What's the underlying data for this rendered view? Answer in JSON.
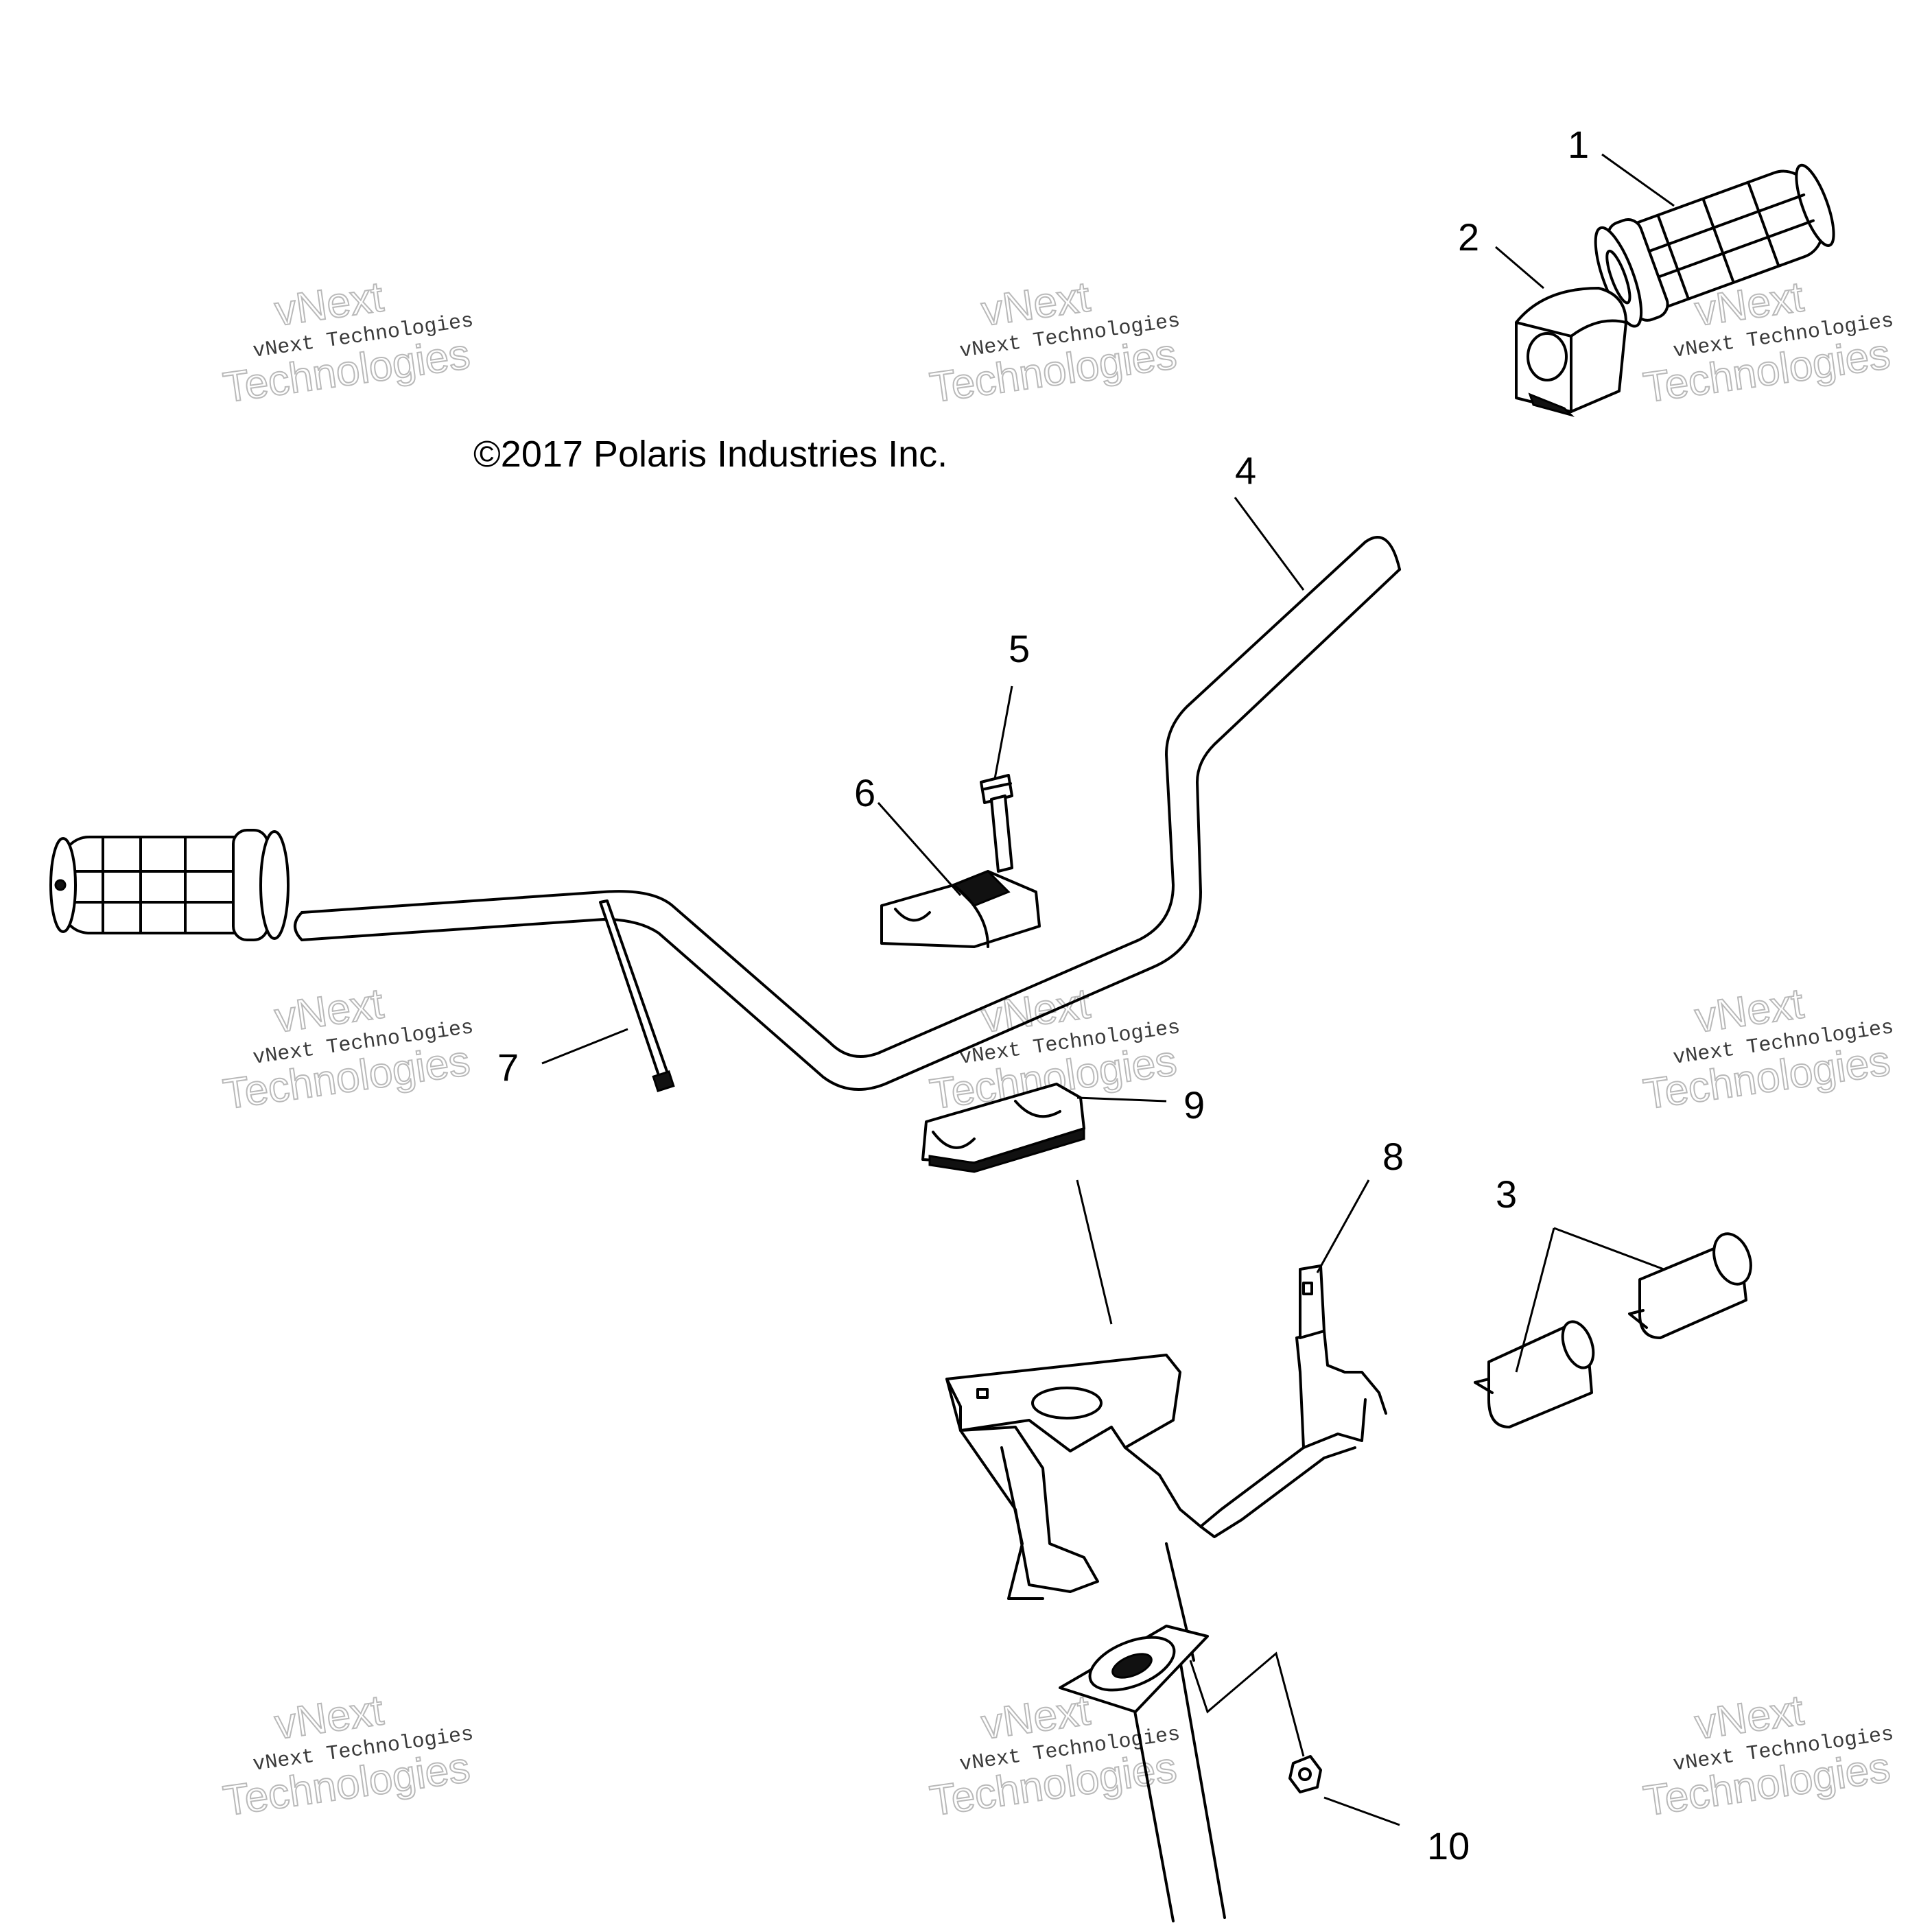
{
  "copyright": "©2017 Polaris Industries Inc.",
  "watermark": {
    "line1": "vNext Technologies",
    "big1": "vNext",
    "big2": "Technologies"
  },
  "callouts": [
    "1",
    "2",
    "3",
    "4",
    "5",
    "6",
    "7",
    "8",
    "9",
    "10"
  ]
}
